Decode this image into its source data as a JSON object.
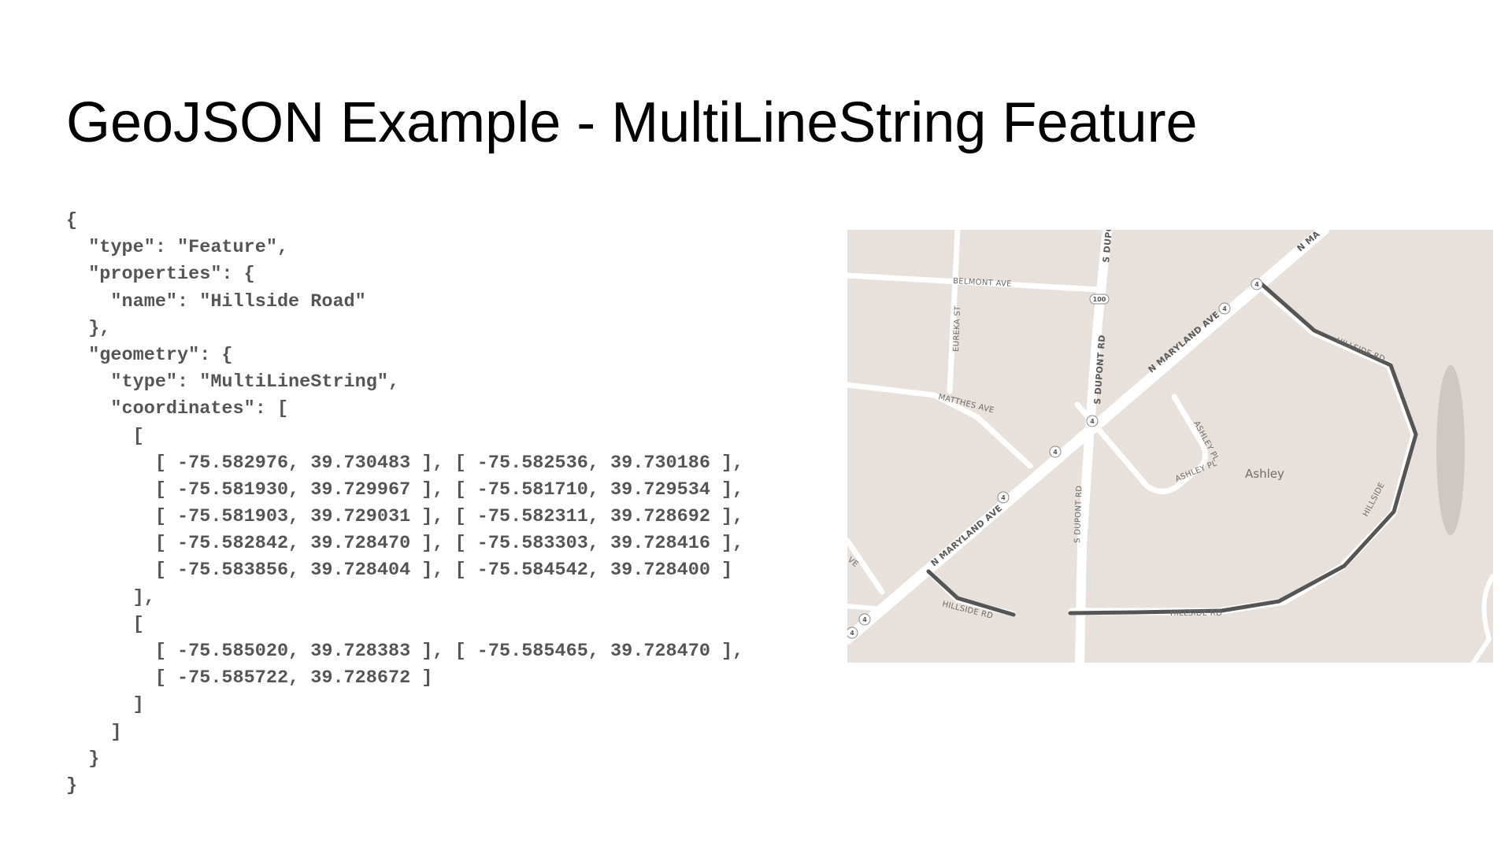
{
  "slide": {
    "title": "GeoJSON Example - MultiLineString Feature"
  },
  "code": {
    "lines": [
      "{",
      "  \"type\": \"Feature\",",
      "  \"properties\": {",
      "    \"name\": \"Hillside Road\"",
      "  },",
      "  \"geometry\": {",
      "    \"type\": \"MultiLineString\",",
      "    \"coordinates\": [",
      "      [",
      "        [ -75.582976, 39.730483 ], [ -75.582536, 39.730186 ],",
      "        [ -75.581930, 39.729967 ], [ -75.581710, 39.729534 ],",
      "        [ -75.581903, 39.729031 ], [ -75.582311, 39.728692 ],",
      "        [ -75.582842, 39.728470 ], [ -75.583303, 39.728416 ],",
      "        [ -75.583856, 39.728404 ], [ -75.584542, 39.728400 ]",
      "      ],",
      "      [",
      "        [ -75.585020, 39.728383 ], [ -75.585465, 39.728470 ],",
      "        [ -75.585722, 39.728672 ]",
      "      ]",
      "    ]",
      "  }",
      "}"
    ]
  },
  "map": {
    "colors": {
      "land": "#e8e0da",
      "road": "#ffffff",
      "route": "#555555",
      "label": "#6b6b6b"
    },
    "street_labels": {
      "belmont": "BELMONT AVE",
      "eureka": "EUREKA ST",
      "matthes": "MATTHES AVE",
      "dupont_top": "S DUPO",
      "dupont_main": "S DUPONT RD",
      "dupont_lower": "S DUPONT RD",
      "maryland_upper": "N MARYLAND AVE",
      "maryland_lower": "N MARYLAND AVE",
      "maryland_top": "N MA",
      "ashley_pl_1": "ASHLEY PL",
      "ashley_pl_2": "ASHLEY PL",
      "hillside_1": "HILLSIDE RD",
      "hillside_2": "HILLSIDE",
      "hillside_3": "HILLSIDE RD",
      "hillside_4": "HILLSIDE RD",
      "ave_edge": "VE"
    },
    "place_label": "Ashley",
    "shields": {
      "route100": "100",
      "route4": "4"
    }
  }
}
